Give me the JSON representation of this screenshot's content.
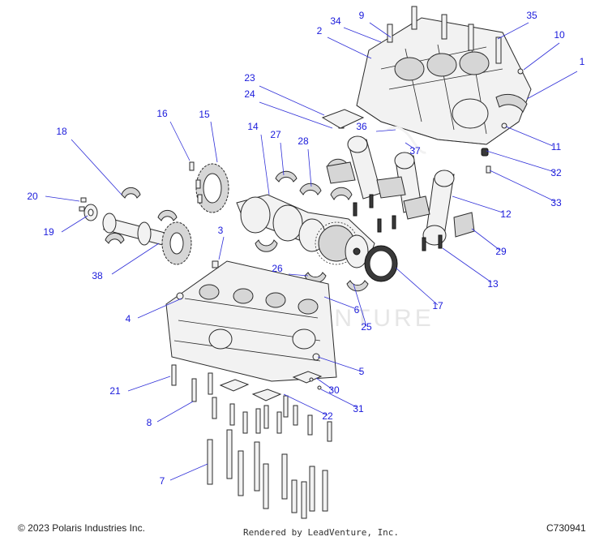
{
  "footer": {
    "copyright": "© 2023 Polaris Industries Inc.",
    "rendered_by": "Rendered by LeadVenture, Inc.",
    "part_code": "C730941"
  },
  "watermark": "LEADVENTURE",
  "callouts": [
    {
      "id": "1",
      "label": "1"
    },
    {
      "id": "2",
      "label": "2"
    },
    {
      "id": "3",
      "label": "3"
    },
    {
      "id": "4",
      "label": "4"
    },
    {
      "id": "5",
      "label": "5"
    },
    {
      "id": "6",
      "label": "6"
    },
    {
      "id": "7",
      "label": "7"
    },
    {
      "id": "8",
      "label": "8"
    },
    {
      "id": "9",
      "label": "9"
    },
    {
      "id": "10",
      "label": "10"
    },
    {
      "id": "11",
      "label": "11"
    },
    {
      "id": "12",
      "label": "12"
    },
    {
      "id": "13",
      "label": "13"
    },
    {
      "id": "14",
      "label": "14"
    },
    {
      "id": "15",
      "label": "15"
    },
    {
      "id": "16",
      "label": "16"
    },
    {
      "id": "17",
      "label": "17"
    },
    {
      "id": "18",
      "label": "18"
    },
    {
      "id": "19",
      "label": "19"
    },
    {
      "id": "20",
      "label": "20"
    },
    {
      "id": "21",
      "label": "21"
    },
    {
      "id": "22",
      "label": "22"
    },
    {
      "id": "23",
      "label": "23"
    },
    {
      "id": "24",
      "label": "24"
    },
    {
      "id": "25",
      "label": "25"
    },
    {
      "id": "26",
      "label": "26"
    },
    {
      "id": "27",
      "label": "27"
    },
    {
      "id": "28",
      "label": "28"
    },
    {
      "id": "29",
      "label": "29"
    },
    {
      "id": "30",
      "label": "30"
    },
    {
      "id": "31",
      "label": "31"
    },
    {
      "id": "32",
      "label": "32"
    },
    {
      "id": "33",
      "label": "33"
    },
    {
      "id": "34",
      "label": "34"
    },
    {
      "id": "35",
      "label": "35"
    },
    {
      "id": "36",
      "label": "36"
    },
    {
      "id": "37",
      "label": "37"
    },
    {
      "id": "38",
      "label": "38"
    }
  ],
  "colors": {
    "callout": "#1a1adb",
    "leader": "#3030d8",
    "part_outline": "#2a2a2a"
  }
}
